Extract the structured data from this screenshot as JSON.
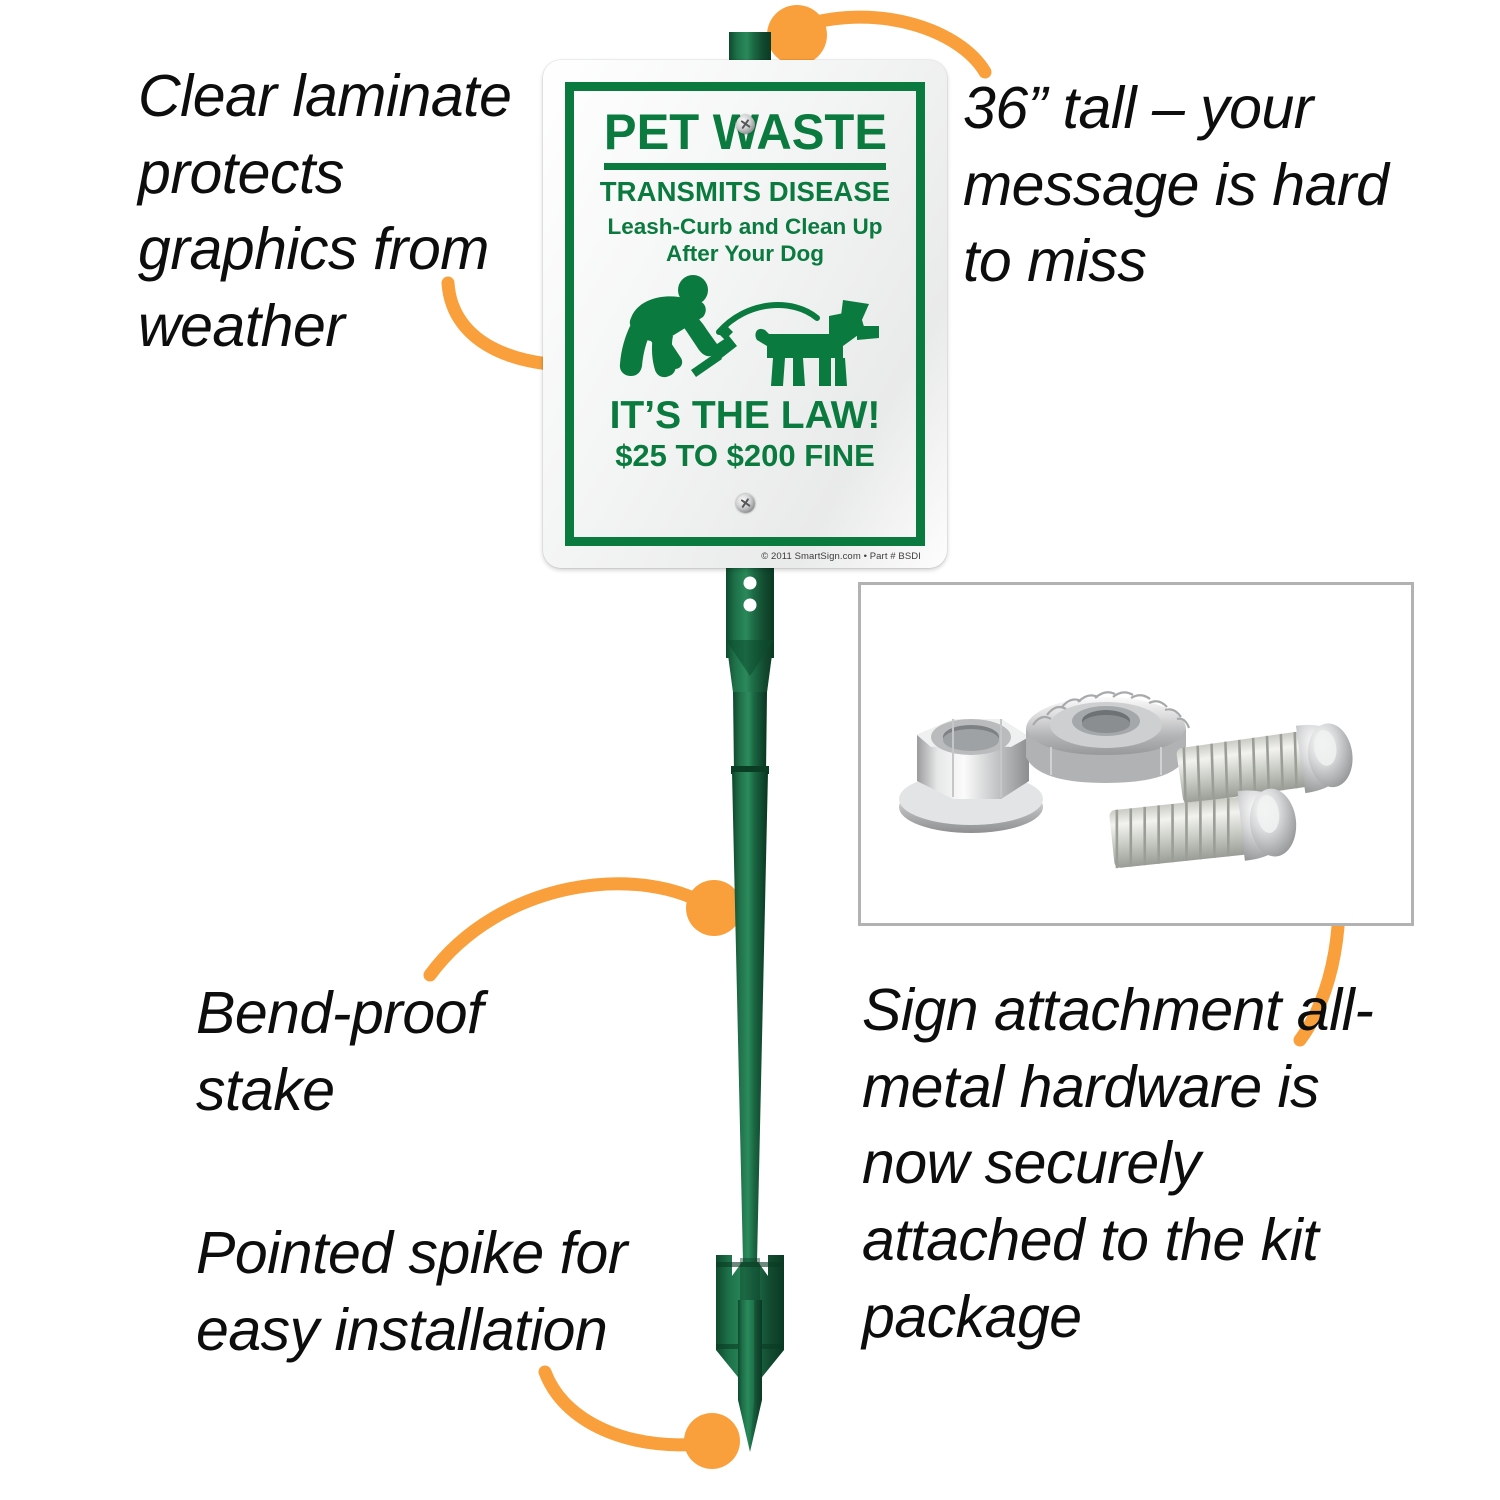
{
  "callouts": {
    "laminate": "Clear laminate protects graphics from weather",
    "tall": "36” tall – your message is hard to miss",
    "bend": "Bend-proof stake",
    "spike": "Pointed spike for easy installation",
    "hardware": "Sign attachment all-metal hardware is now securely attached to the kit package"
  },
  "sign": {
    "title": "PET WASTE",
    "subtitle": "TRANSMITS DISEASE",
    "body_line1": "Leash-Curb and Clean Up",
    "body_line2": "After Your Dog",
    "law": "IT’S THE LAW!",
    "fine": "$25 TO $200 FINE",
    "credit": "© 2011  SmartSign.com  •  Part # BSDI"
  },
  "colors": {
    "sign_green": "#0a7a3f",
    "stake_green": "#14603c",
    "accent_orange": "#f9a03c",
    "inset_border": "#b2b2b2",
    "text_black": "#0d0d0d"
  },
  "icons": {
    "pictogram": "person-scooping-dog-waste-icon",
    "top_screw": "screw-icon",
    "bottom_screw": "screw-icon",
    "hardware_photo": "flange-nuts-and-bolts-photo"
  }
}
